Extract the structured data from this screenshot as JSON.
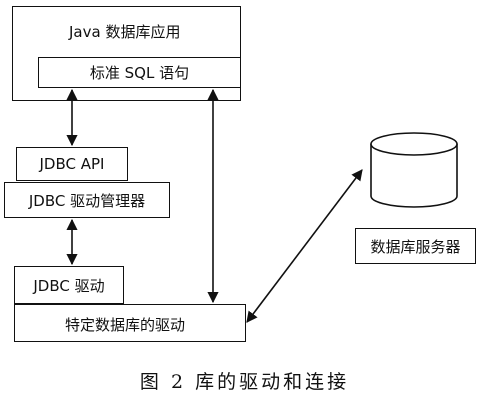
{
  "boxes": {
    "java_app": "Java 数据库应用",
    "standard_sql": "标准 SQL 语句",
    "jdbc_api": "JDBC API",
    "driver_manager": "JDBC 驱动管理器",
    "jdbc_driver": "JDBC 驱动",
    "specific_driver": "特定数据库的驱动",
    "db_server": "数据库服务器"
  },
  "caption": "图 2   库的驱动和连接",
  "colors": {
    "stroke": "#111111",
    "background": "#ffffff"
  }
}
